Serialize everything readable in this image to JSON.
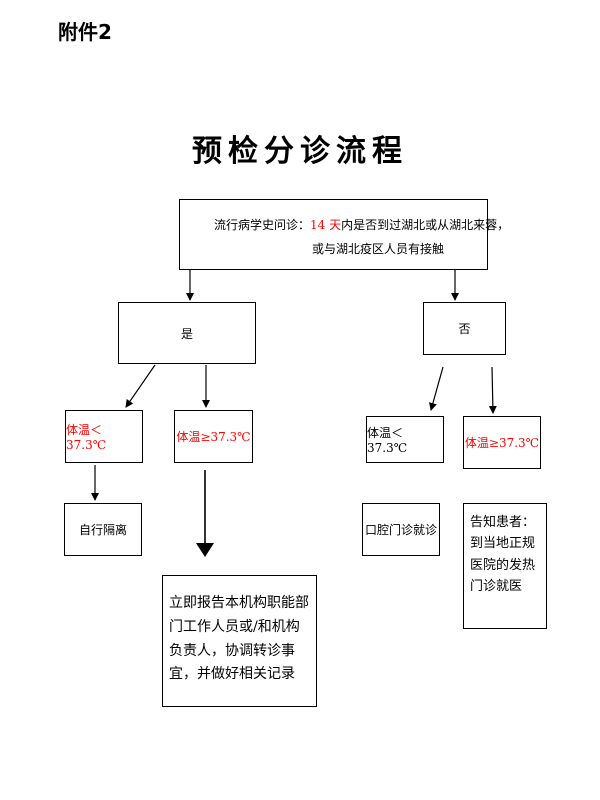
{
  "attachment_label": "附件2",
  "title": "预检分诊流程",
  "question": {
    "prefix": "流行病学史问诊：",
    "days": "14 天",
    "middle": "内是否到过湖北或从湖北来蓉，",
    "line2": "或与湖北疫区人员有接触"
  },
  "yes_label": "是",
  "no_label": "否",
  "yes_branch": {
    "temp_low": "体温＜37.3℃",
    "temp_high": "体温≥37.3℃",
    "low_action": "自行隔离",
    "high_action": "立即报告本机构职能部门工作人员或/和机构负责人，协调转诊事宜，并做好相关记录"
  },
  "no_branch": {
    "temp_low": "体温＜37.3℃",
    "temp_high": "体温≥37.3℃",
    "low_action": "口腔门诊就诊",
    "high_action": "告知患者：到当地正规医院的发热门诊就医"
  },
  "colors": {
    "highlight": "#ff0000",
    "line": "#000000"
  }
}
